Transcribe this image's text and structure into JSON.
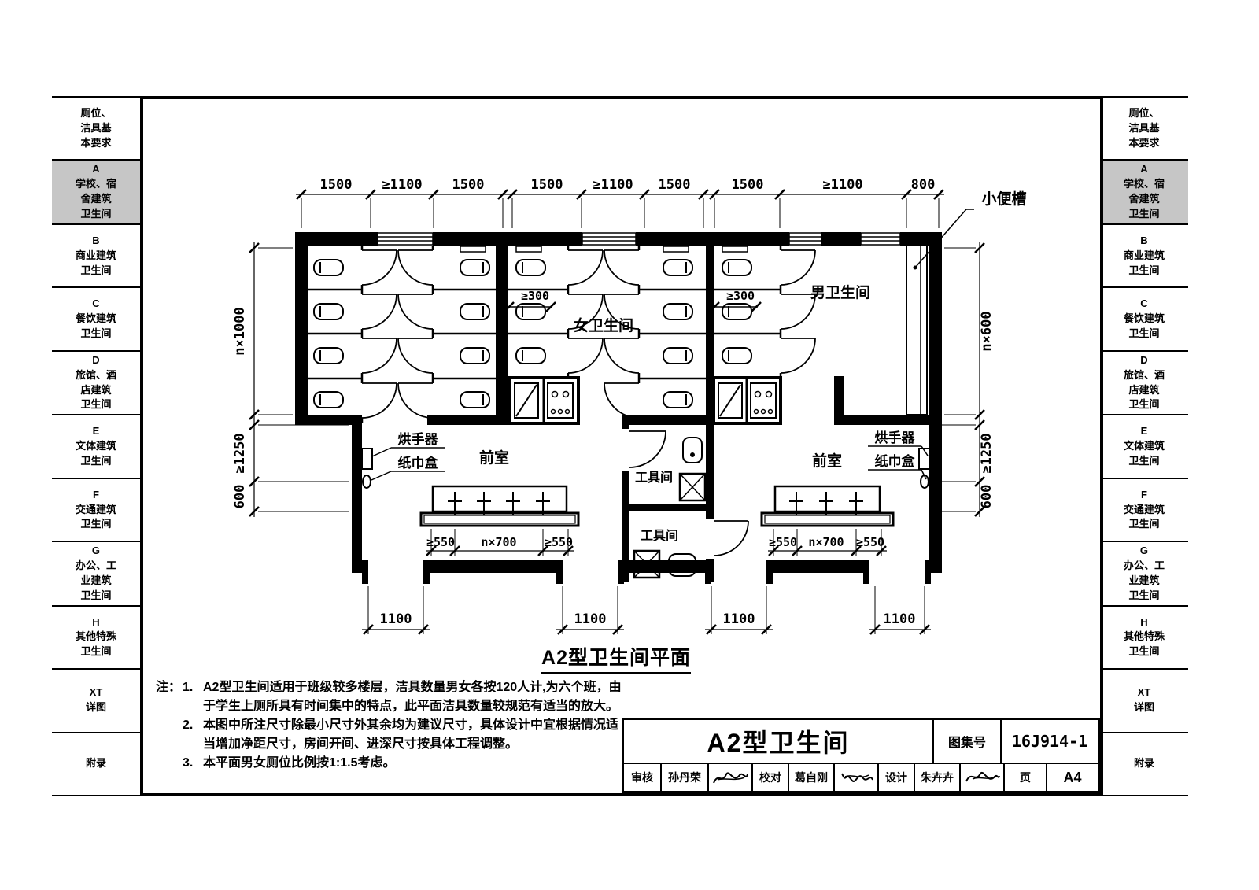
{
  "sidebar": {
    "items": [
      {
        "label": "厕位、\n洁具基\n本要求",
        "active": false
      },
      {
        "label": "A\n学校、宿\n舍建筑\n卫生间",
        "active": true
      },
      {
        "label": "B\n商业建筑\n卫生间",
        "active": false
      },
      {
        "label": "C\n餐饮建筑\n卫生间",
        "active": false
      },
      {
        "label": "D\n旅馆、酒\n店建筑\n卫生间",
        "active": false
      },
      {
        "label": "E\n文体建筑\n卫生间",
        "active": false
      },
      {
        "label": "F\n交通建筑\n卫生间",
        "active": false
      },
      {
        "label": "G\n办公、工\n业建筑\n卫生间",
        "active": false
      },
      {
        "label": "H\n其他特殊\n卫生间",
        "active": false
      },
      {
        "label": "XT\n详图",
        "active": false
      },
      {
        "label": "附录",
        "active": false
      }
    ]
  },
  "plan": {
    "title": "A2型卫生间平面",
    "labels": {
      "women_room": "女卫生间",
      "men_room": "男卫生间",
      "anteroom": "前室",
      "tool_room": "工具间",
      "hand_dryer": "烘手器",
      "tissue_box": "纸巾盒",
      "urinal_trough": "小便槽"
    },
    "dims": {
      "top": [
        "1500",
        "≥1100",
        "1500",
        "1500",
        "≥1100",
        "1500",
        "1500",
        "≥1100",
        "800"
      ],
      "left": [
        "n×1000",
        "≥1250",
        "600"
      ],
      "right": [
        "n×600",
        "≥1250",
        "600"
      ],
      "bottom": [
        "1100",
        "1100",
        "1100",
        "1100"
      ],
      "basin": [
        "≥550",
        "n×700",
        "≥550"
      ],
      "stall_offset": "≥300"
    }
  },
  "notes": {
    "prefix": "注：",
    "items": [
      {
        "no": "1.",
        "text": "A2型卫生间适用于班级较多楼层，洁具数量男女各按120人计,为六个班，由于学生上厕所具有时间集中的特点，此平面洁具数量较规范有适当的放大。"
      },
      {
        "no": "2.",
        "text": "本图中所注尺寸除最小尺寸外其余均为建议尺寸，具体设计中宜根据情况适当增加净距尺寸，房间开间、进深尺寸按具体工程调整。"
      },
      {
        "no": "3.",
        "text": "本平面男女厕位比例按1:1.5考虑。"
      }
    ]
  },
  "titleblock": {
    "title": "A2型卫生间",
    "atlas_label": "图集号",
    "atlas_no": "16J914-1",
    "reviewer_label": "审核",
    "reviewer": "孙丹荣",
    "checker_label": "校对",
    "checker": "葛自刚",
    "designer_label": "设计",
    "designer": "朱卉卉",
    "page_label": "页",
    "page_no": "A4"
  }
}
